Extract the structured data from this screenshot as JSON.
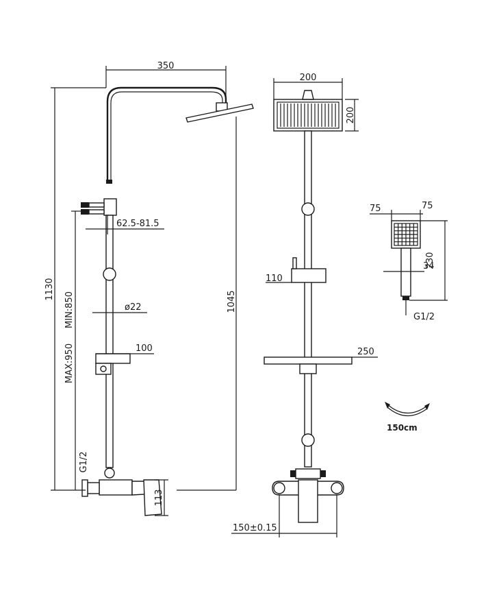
{
  "dimensions": {
    "arm_reach": "350",
    "total_height": "1130",
    "slide_length": "1045",
    "max_height": "MAX:950",
    "min_height": "MIN:850",
    "wall_offset": "62.5-81.5",
    "rail_diameter": "ø22",
    "holder_width": "100",
    "inlet_thread_left": "G1/2",
    "mixer_height": "113",
    "head_width": "200",
    "head_depth": "200",
    "holder_height": "110",
    "shelf_width": "250",
    "centers": "150±0.15",
    "handshower_face_left": "75",
    "handshower_face_right": "75",
    "handshower_length": "230",
    "handshower_neck": "34",
    "handshower_thread": "G1/2",
    "hose_length": "150cm"
  },
  "colors": {
    "line": "#1a1a1a",
    "background": "#ffffff"
  }
}
